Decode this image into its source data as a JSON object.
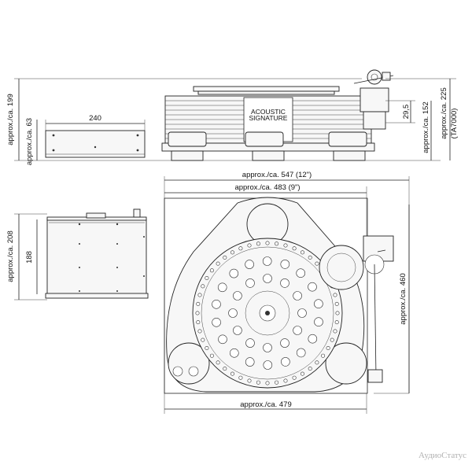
{
  "dimensions": {
    "ps_height_top": "approx./ca. 199",
    "ps_base_height": "approx./ca. 63",
    "ps_width": "240",
    "tt_width_overall": "approx./ca. 547 (12\")",
    "tt_width_9": "approx./ca. 483 (9\")",
    "tt_width_base": "approx./ca. 479",
    "tt_depth": "approx./ca. 460",
    "ps_depth_outer": "approx./ca. 208",
    "ps_depth_inner": "188",
    "arm_height": "29,5",
    "height_152": "approx./ca. 152",
    "height_225": "approx./ca. 225",
    "arm_model": "(TA7000)"
  },
  "brand": {
    "line1": "ACOUSTIC",
    "line2": "SIGNATURE"
  },
  "watermark": "АудиоСтатус"
}
